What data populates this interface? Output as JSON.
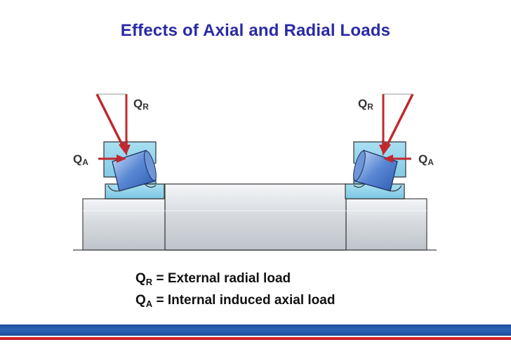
{
  "slide": {
    "title": "Effects of Axial and Radial Loads"
  },
  "diagram": {
    "labels": {
      "q": "Q",
      "radial_sub": "R",
      "axial_sub": "A"
    }
  },
  "legend": {
    "items": [
      {
        "symbol": "Q",
        "sub": "R",
        "text": " = External radial load"
      },
      {
        "symbol": "Q",
        "sub": "A",
        "text": " = Internal induced axial load"
      }
    ]
  },
  "colors": {
    "title": "#2a2aa6",
    "arrow": "#c0282d",
    "housing": "#8fd2ea",
    "roller": "#3a6fc8",
    "shaft": "#d9dde2",
    "footer_band": "#1e4f9a",
    "footer_rule": "#d21f26"
  }
}
